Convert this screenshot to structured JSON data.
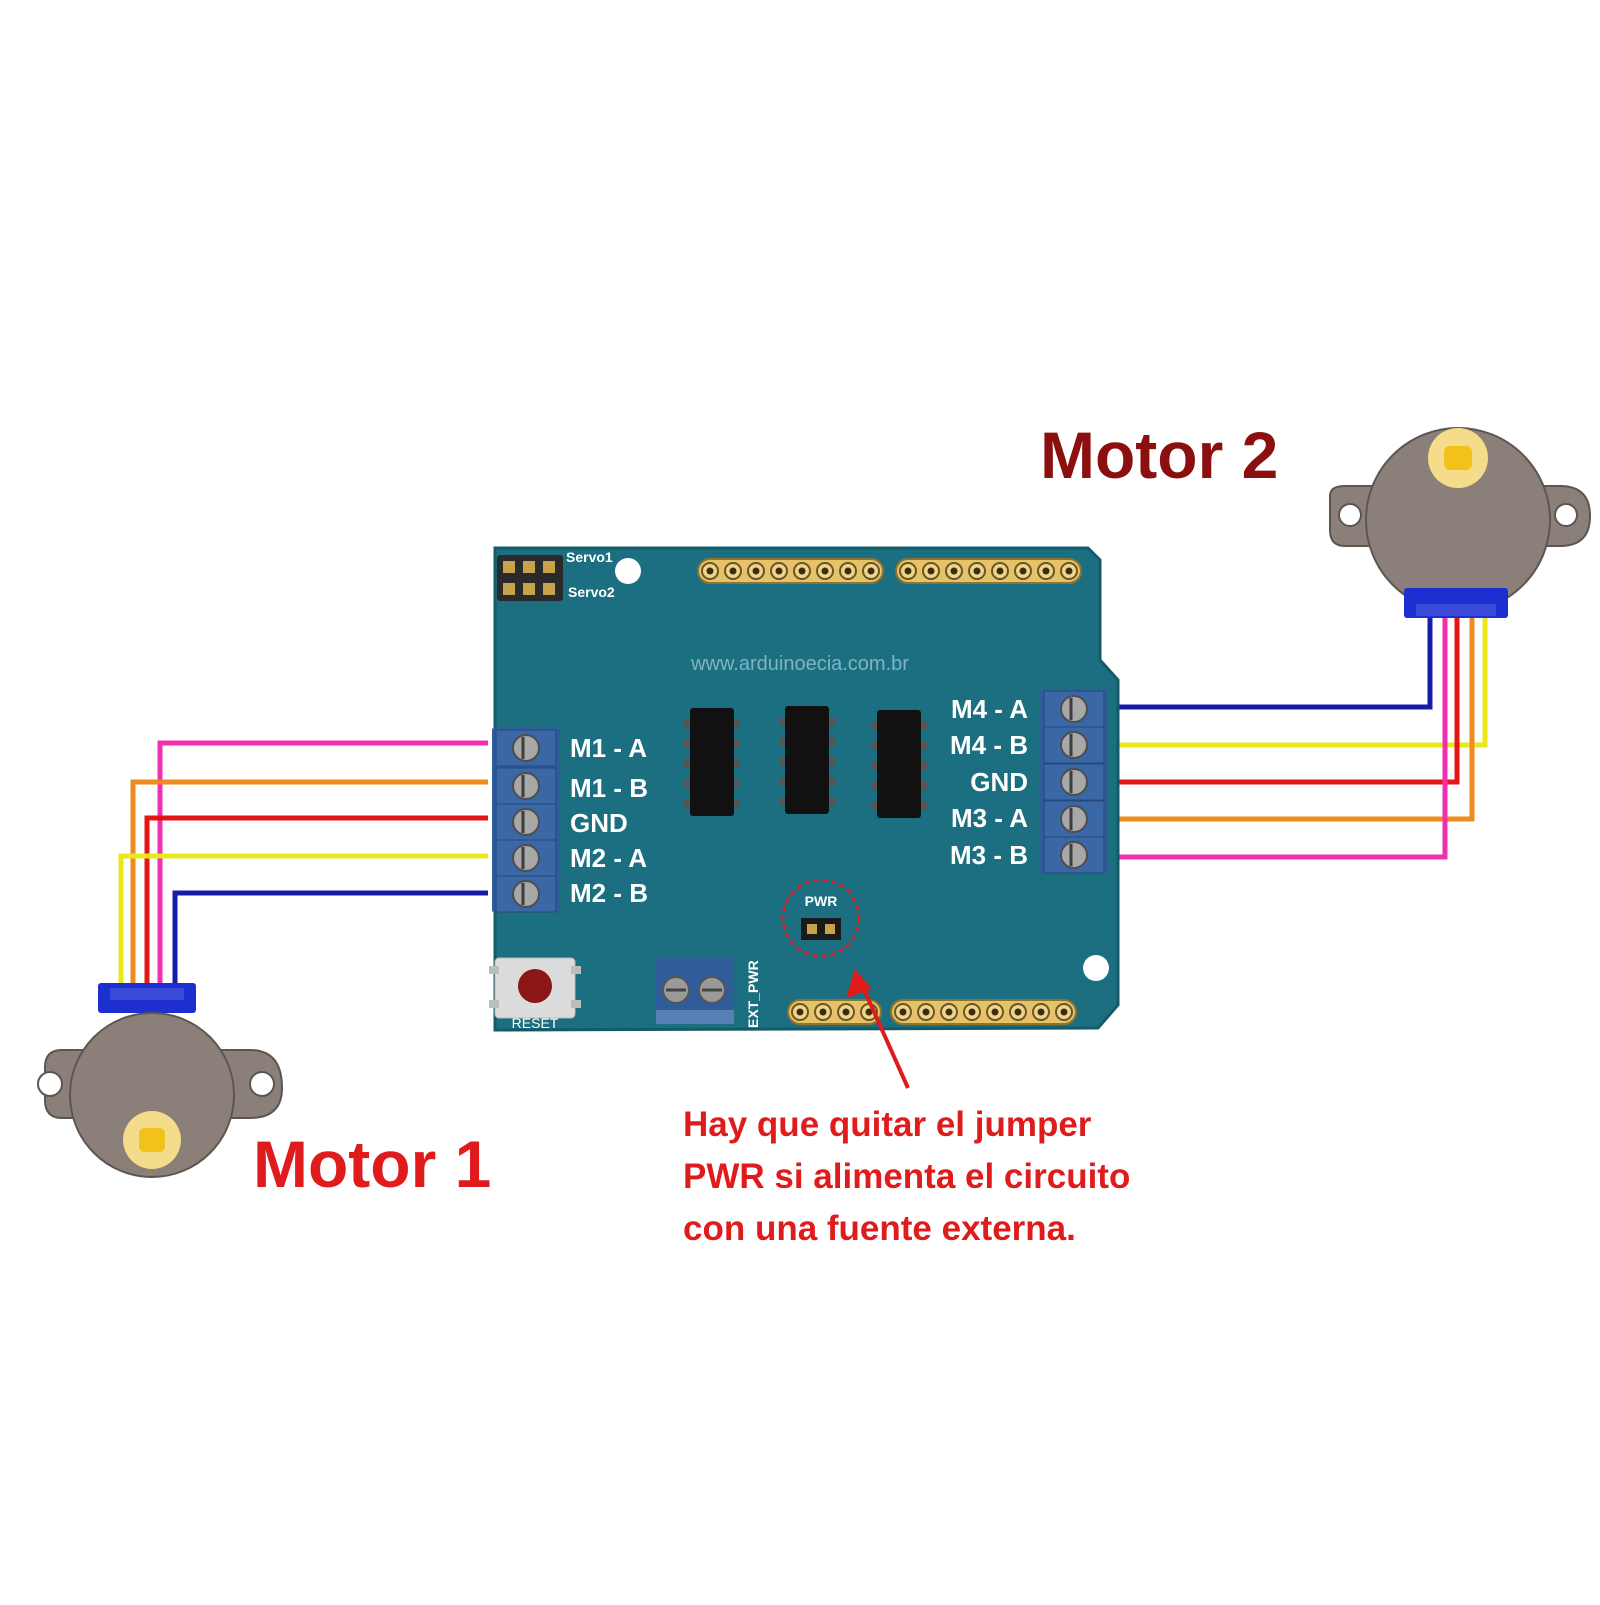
{
  "colors": {
    "board": "#1c6f80",
    "board_edge": "#155a69",
    "terminal_block": "#2f5c9a",
    "motor_body": "#8a8079",
    "motor_connector": "#1d2fd1",
    "motor1_title": "#e01b1b",
    "motor2_title": "#8b0f0f",
    "note": "#e01b1b",
    "wire_pink": "#f02fb0",
    "wire_orange": "#ee8a1e",
    "wire_red": "#e31515",
    "wire_yellow": "#e8e81a",
    "wire_blue": "#141ca8"
  },
  "board": {
    "website": "www.arduinoecia.com.br",
    "servo1_label": "Servo1",
    "servo2_label": "Servo2",
    "reset_label": "RESET",
    "pwr_label": "PWR",
    "ext_pwr_label": "EXT_PWR",
    "left_terminals": [
      "M1 - A",
      "M1 - B",
      "GND",
      "M2 - A",
      "M2 - B"
    ],
    "right_terminals": [
      "M4 - A",
      "M4 - B",
      "GND",
      "M3 - A",
      "M3 - B"
    ]
  },
  "motors": {
    "motor1_title": "Motor 1",
    "motor2_title": "Motor 2"
  },
  "note": {
    "lines": [
      "Hay que quitar el jumper",
      "PWR si alimenta el circuito",
      "con una fuente externa."
    ]
  }
}
